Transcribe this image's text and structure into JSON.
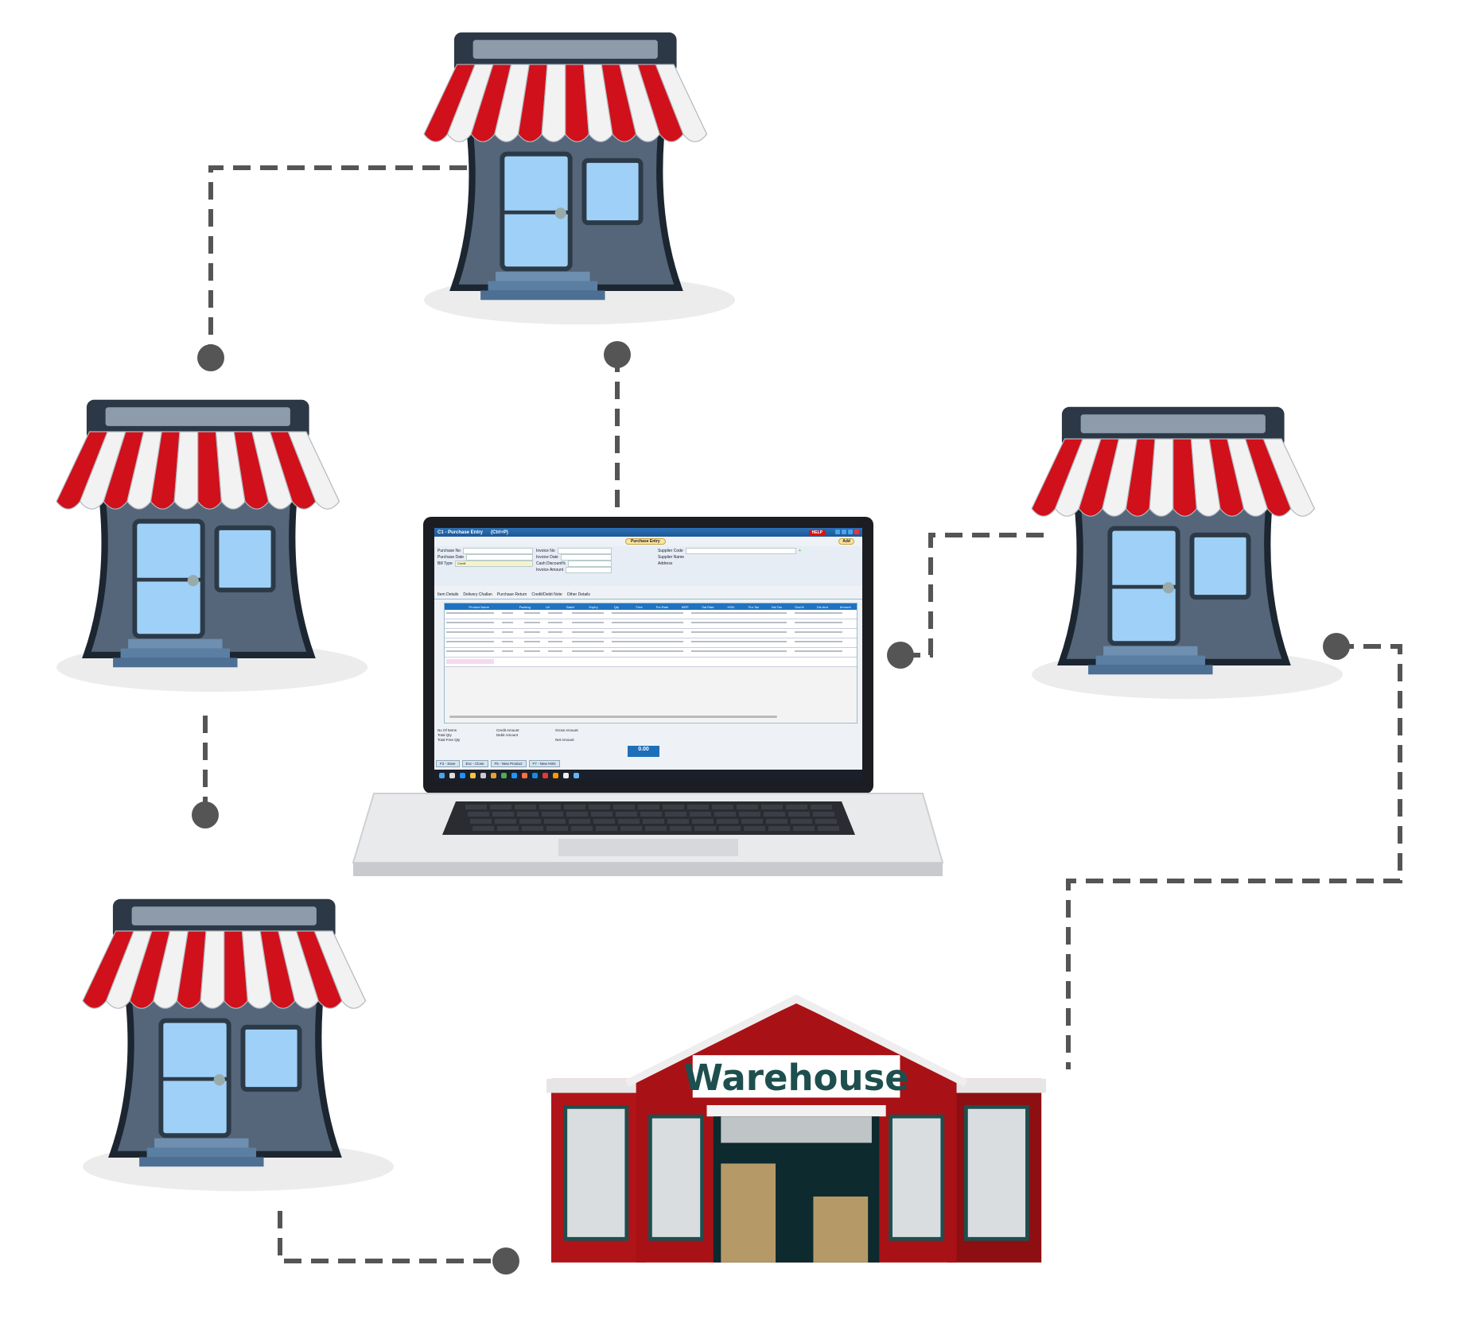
{
  "warehouse": {
    "label": "Warehouse"
  },
  "app": {
    "title": "C1 - Purchase Entry",
    "shortcut": "(Ctrl+P)",
    "help": "HELP",
    "heading": "Purchase Entry",
    "add": "Add",
    "form": {
      "purchase_no": "Purchase No",
      "purchase_date": "Purchase Date",
      "bill_type": "Bill Type",
      "bill_type_value": "Credit",
      "invoice_no": "Invoice No",
      "invoice_date": "Invoice Date",
      "cash_discount": "Cash Discount%",
      "invoice_amount": "Invoice Amount",
      "supplier_code": "Supplier Code",
      "supplier_name": "Supplier Name",
      "address": "Address"
    },
    "tabs": [
      "Item Details",
      "Delivery Challan",
      "Purchase Return",
      "Credit/Debit Note",
      "Other Details"
    ],
    "columns": [
      "Product Name",
      "Packing",
      "U/I",
      "Batch",
      "Expiry",
      "Qty",
      "Free",
      "Pur.Rate",
      "MRP",
      "Sal.Rate",
      "HSN",
      "Pur.Tax",
      "Sal.Tax",
      "Disc%",
      "Dis.Amt",
      "Amount"
    ],
    "summary": [
      "No Of Items",
      "Total Qty",
      "Total Free Qty",
      "Credit Amount",
      "Debit Amount",
      "Gross Amount",
      "Net Amount"
    ],
    "net_amount": "0.00",
    "buttons": [
      "F2 - Save",
      "Esc - Close",
      "F5 - New Product",
      "F7 - New HSN"
    ]
  },
  "colors": {
    "awning_red": "#d0101a",
    "store_body": "#55667a",
    "warehouse_red": "#b01418",
    "connector": "#555555",
    "app_blue": "#1f72c2"
  }
}
